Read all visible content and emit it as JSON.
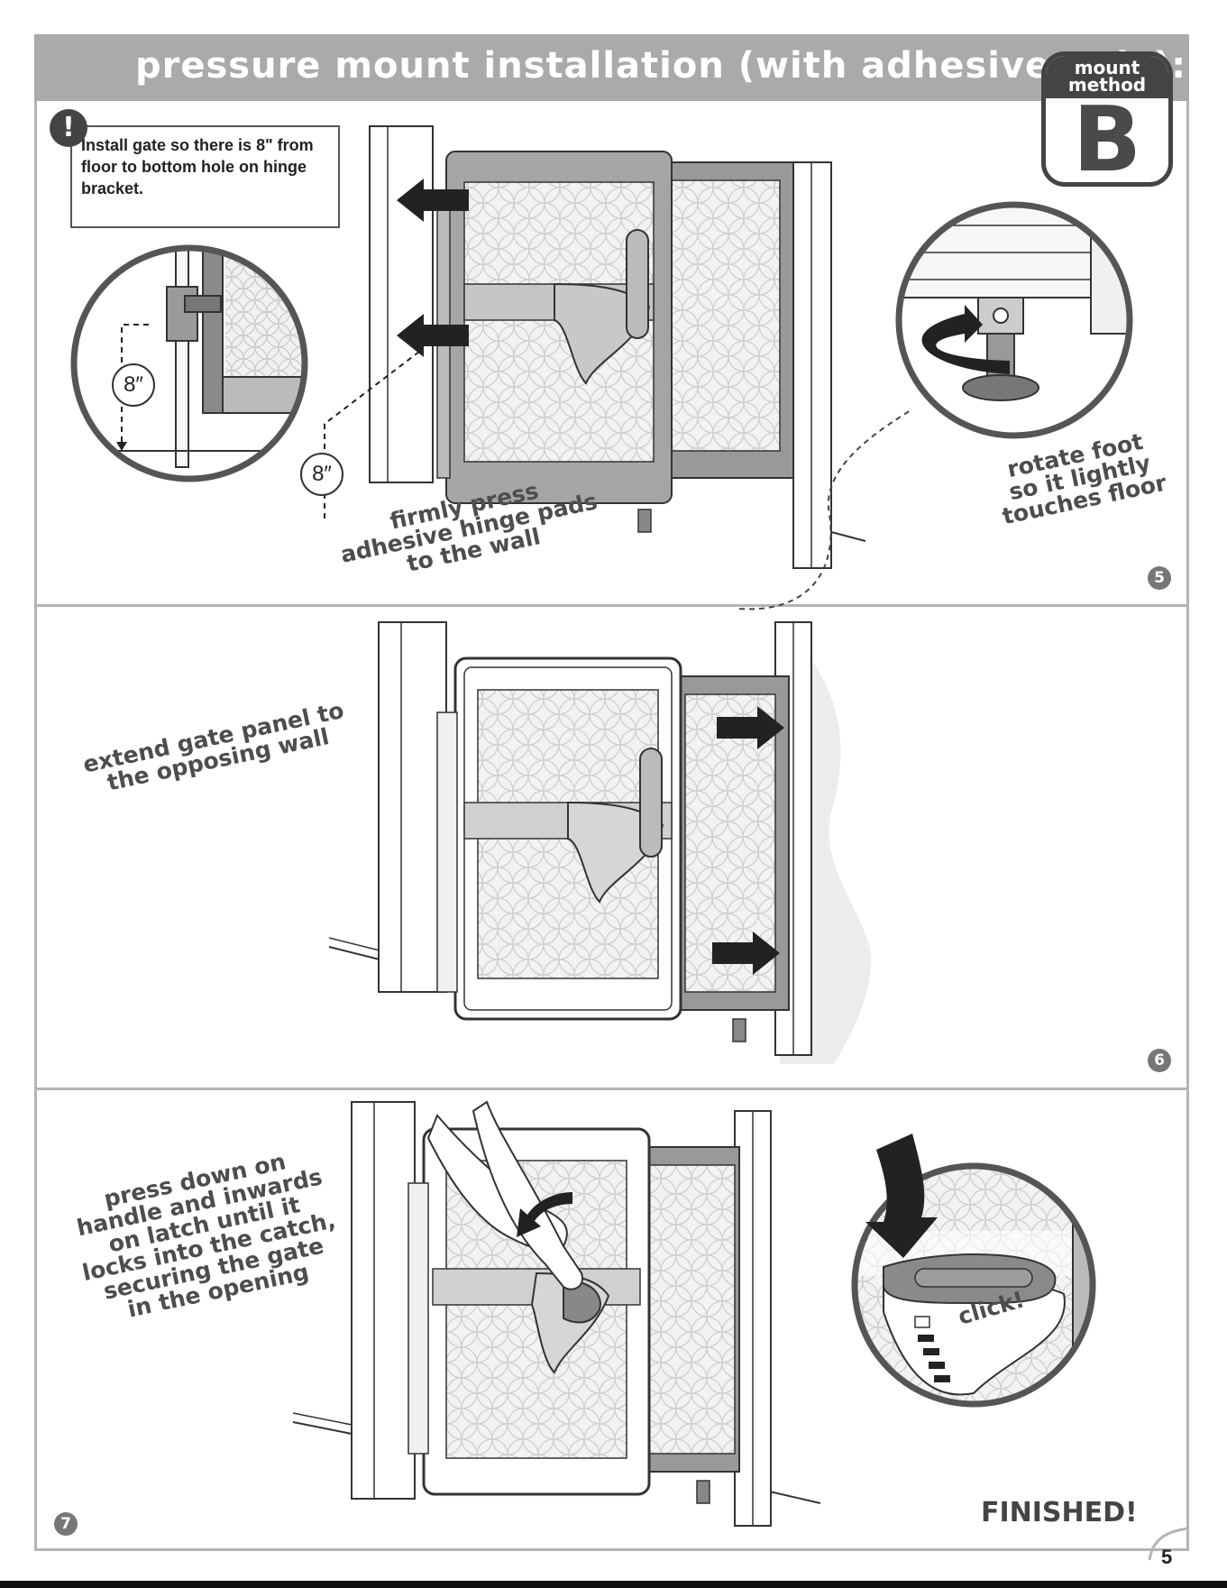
{
  "header": {
    "title": "pressure mount installation (with adhesive only):"
  },
  "badge": {
    "line1": "mount",
    "line2": "method",
    "letter": "B"
  },
  "step5": {
    "warning": "Install gate so there is 8\" from floor to bottom hole on hinge bracket.",
    "measure_label": "8″",
    "caption_press": [
      "firmly press",
      "adhesive hinge pads",
      "to the wall"
    ],
    "caption_rotate": [
      "rotate foot",
      "so it lightly",
      "touches floor"
    ],
    "number": "5"
  },
  "step6": {
    "caption": [
      "extend gate panel to",
      "the opposing wall"
    ],
    "number": "6"
  },
  "step7": {
    "caption": [
      "press down on",
      "handle and inwards",
      "on latch until it",
      "locks into the catch,",
      "securing the gate",
      "in the opening"
    ],
    "click_label": "click!",
    "number": "7"
  },
  "footer": {
    "finished": "FINISHED!",
    "page_number": "5"
  }
}
